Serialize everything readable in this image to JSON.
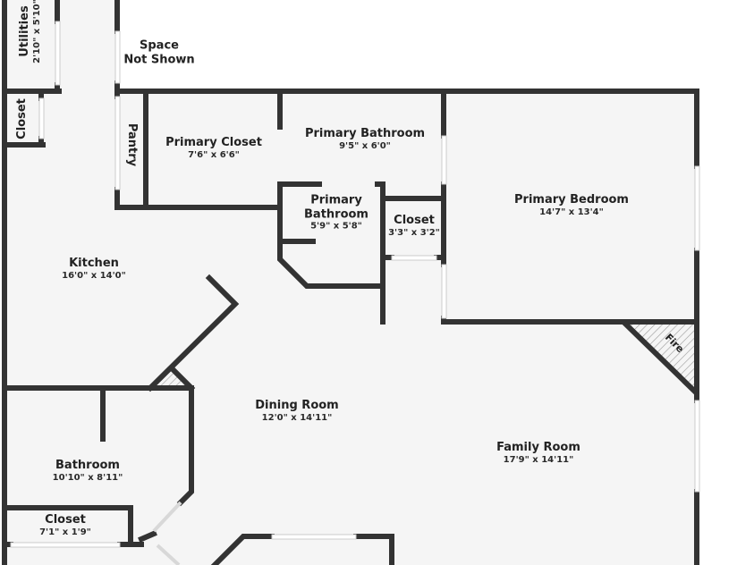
{
  "colors": {
    "wall": "#333333",
    "floor": "#f5f5f5",
    "background": "#ffffff",
    "window": "#ffffff",
    "hatch": "#999999"
  },
  "rooms": [
    {
      "id": "utilities",
      "name": "Utilities",
      "dims": "2'10\" x 5'10\""
    },
    {
      "id": "closet-left",
      "name": "Closet",
      "dims": ""
    },
    {
      "id": "space-not-shown",
      "name": "Space Not Shown",
      "line1": "Space",
      "line2": "Not Shown",
      "dims": ""
    },
    {
      "id": "pantry",
      "name": "Pantry",
      "dims": ""
    },
    {
      "id": "primary-closet",
      "name": "Primary Closet",
      "dims": "7'6\" x 6'6\""
    },
    {
      "id": "primary-bathroom-1",
      "name": "Primary Bathroom",
      "dims": "9'5\" x 6'0\""
    },
    {
      "id": "primary-bathroom-2",
      "name": "Primary Bathroom",
      "line1": "Primary",
      "line2": "Bathroom",
      "dims": "5'9\" x 5'8\""
    },
    {
      "id": "closet-mid",
      "name": "Closet",
      "dims": "3'3\" x 3'2\""
    },
    {
      "id": "primary-bedroom",
      "name": "Primary Bedroom",
      "dims": "14'7\" x 13'4\""
    },
    {
      "id": "kitchen",
      "name": "Kitchen",
      "dims": "16'0\" x 14'0\""
    },
    {
      "id": "dining-room",
      "name": "Dining Room",
      "dims": "12'0\" x 14'11\""
    },
    {
      "id": "family-room",
      "name": "Family Room",
      "dims": "17'9\" x 14'11\""
    },
    {
      "id": "bathroom",
      "name": "Bathroom",
      "dims": "10'10\" x 8'11\""
    },
    {
      "id": "closet-bottom",
      "name": "Closet",
      "dims": "7'1\" x 1'9\""
    }
  ],
  "fixtures": {
    "fireplace": "Fire"
  }
}
